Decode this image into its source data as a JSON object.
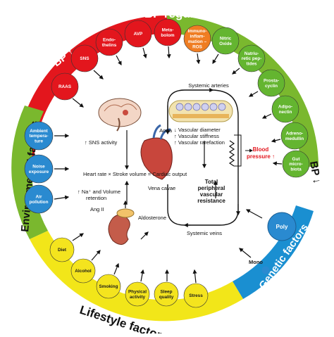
{
  "title": "BP regulation",
  "arc_labels": {
    "bp_up": "BP ↑",
    "bp_down": "BP ↓",
    "environmental": "Environmental factors",
    "genetic": "Genetic factors",
    "lifestyle": "Lifestyle factors"
  },
  "colors": {
    "red": "#e3161d",
    "green": "#7ab82e",
    "blue": "#1a8fd1",
    "yellow": "#f2e619",
    "orange": "#ef7d22",
    "node_red": "#e3161d",
    "node_green": "#64b530",
    "node_blue": "#2a8ad0",
    "node_yellow": "#f4e41e"
  },
  "up_factors": [
    {
      "label": "RAAS",
      "color": "red"
    },
    {
      "label": "SNS",
      "color": "red"
    },
    {
      "label": "Endo-|thelins",
      "color": "red"
    },
    {
      "label": "AVP",
      "color": "red"
    },
    {
      "label": "Meta-|bolom",
      "color": "red"
    },
    {
      "label": "Immuno-|inflam-|mation –|ROS",
      "color": "orange"
    }
  ],
  "down_factors": [
    {
      "label": "Nitric|Oxide",
      "color": "green"
    },
    {
      "label": "Natriu-|retic pep-|tides",
      "color": "green"
    },
    {
      "label": "Prosta-|cyclin",
      "color": "green"
    },
    {
      "label": "Adipo-|nectin",
      "color": "green"
    },
    {
      "label": "Adreno-|medullin",
      "color": "green"
    },
    {
      "label": "Gut|micro-|biota",
      "color": "green"
    }
  ],
  "environmental_factors": [
    {
      "label": "Ambient|tempera-|ture"
    },
    {
      "label": "Noise|exposure"
    },
    {
      "label": "Air|pollution"
    }
  ],
  "lifestyle_factors": [
    {
      "label": "Diet"
    },
    {
      "label": "Alcohol"
    },
    {
      "label": "Smoking"
    },
    {
      "label": "Physical|activity"
    },
    {
      "label": "Sleep|quality"
    },
    {
      "label": "Stress"
    }
  ],
  "genetic_factors": {
    "poly": "Poly",
    "mono": "Mono"
  },
  "center": {
    "systemic_arteries": "Systemic arteries",
    "aorta": "Aorta",
    "vascular_diameter": "↓ Vascular diameter",
    "vascular_stiffness": "↑ Vascular stiffness",
    "vascular_rarefaction": "↑ Vascular rarefaction",
    "blood_pressure_1": "Blood",
    "blood_pressure_2": "pressure ↑",
    "sns_activity": "↑ SNS activity",
    "cardiac_output": "Heart rate × Stroke volume = Cardiac output",
    "vena_cavae": "Vena cavae",
    "tpr_1": "Total",
    "tpr_2": "peripheral",
    "tpr_3": "vascular",
    "tpr_4": "resistance",
    "na_volume_1": "↑ Na⁺ and Volume",
    "na_volume_2": "retention",
    "ang2": "Ang II",
    "aldosterone": "Aldosterone",
    "systemic_veins": "Systemic veins"
  }
}
